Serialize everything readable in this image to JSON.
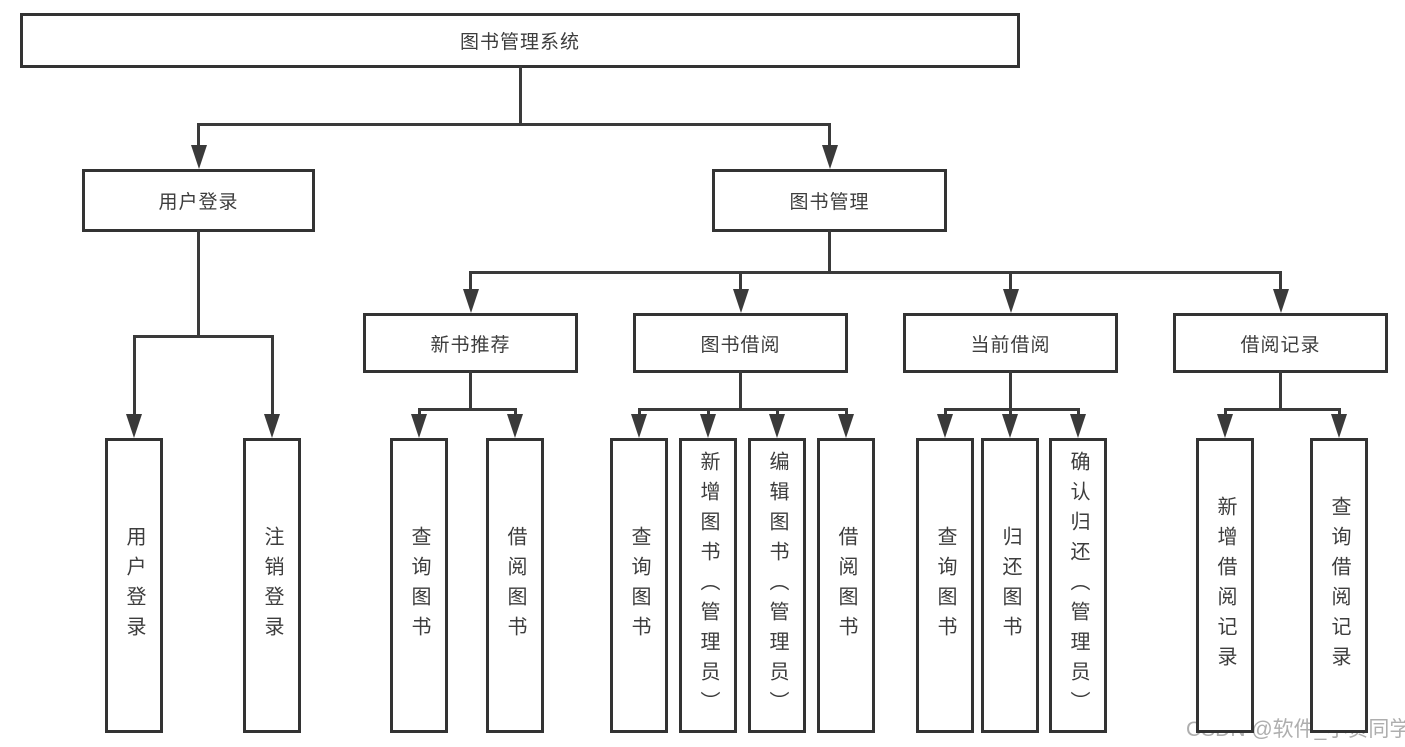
{
  "diagram": {
    "title": "图书管理系统",
    "watermark": "CSDN @软件_小贺同学",
    "colors": {
      "background": "#ffffff",
      "box_border": "#333333",
      "line": "#3a3a3a",
      "text": "#3d3d3d",
      "watermark": "#aeaeae"
    }
  },
  "nodes": [
    {
      "id": "root",
      "label": "图书管理系统",
      "parent": null
    },
    {
      "id": "user-login",
      "label": "用户登录",
      "parent": "root"
    },
    {
      "id": "book-mgmt",
      "label": "图书管理",
      "parent": "root"
    },
    {
      "id": "new-book-rec",
      "label": "新书推荐",
      "parent": "book-mgmt"
    },
    {
      "id": "book-borrow",
      "label": "图书借阅",
      "parent": "book-mgmt"
    },
    {
      "id": "current-borrow",
      "label": "当前借阅",
      "parent": "book-mgmt"
    },
    {
      "id": "borrow-records",
      "label": "借阅记录",
      "parent": "book-mgmt"
    },
    {
      "id": "leaf-user-login",
      "label": "用户登录",
      "parent": "user-login"
    },
    {
      "id": "leaf-logout",
      "label": "注销登录",
      "parent": "user-login"
    },
    {
      "id": "leaf-query-book-1",
      "label": "查询图书",
      "parent": "new-book-rec"
    },
    {
      "id": "leaf-borrow-book-1",
      "label": "借阅图书",
      "parent": "new-book-rec"
    },
    {
      "id": "leaf-query-book-2",
      "label": "查询图书",
      "parent": "book-borrow"
    },
    {
      "id": "leaf-add-book",
      "label": "新增图书（管理员）",
      "parent": "book-borrow"
    },
    {
      "id": "leaf-edit-book",
      "label": "编辑图书（管理员）",
      "parent": "book-borrow"
    },
    {
      "id": "leaf-borrow-book-2",
      "label": "借阅图书",
      "parent": "book-borrow"
    },
    {
      "id": "leaf-query-book-3",
      "label": "查询图书",
      "parent": "current-borrow"
    },
    {
      "id": "leaf-return-book",
      "label": "归还图书",
      "parent": "current-borrow"
    },
    {
      "id": "leaf-confirm-return",
      "label": "确认归还（管理员）",
      "parent": "current-borrow"
    },
    {
      "id": "leaf-add-borrow-record",
      "label": "新增借阅记录",
      "parent": "borrow-records"
    },
    {
      "id": "leaf-query-borrow-record",
      "label": "查询借阅记录",
      "parent": "borrow-records"
    }
  ]
}
